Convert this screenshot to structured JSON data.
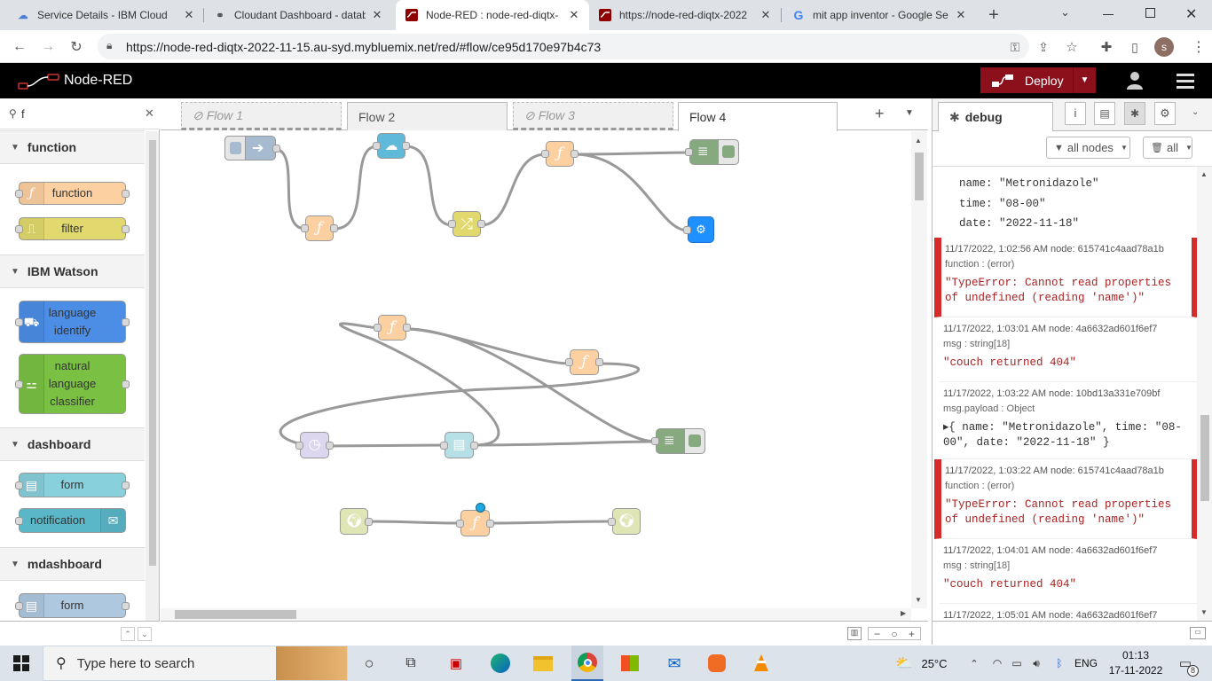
{
  "browser": {
    "tabs": [
      {
        "title": "Service Details - IBM Cloud",
        "icon": "cloud-icon"
      },
      {
        "title": "Cloudant Dashboard - datab",
        "icon": "cloudant-icon"
      },
      {
        "title": "Node-RED : node-red-diqtx-",
        "icon": "node-red-icon"
      },
      {
        "title": "https://node-red-diqtx-2022",
        "icon": "node-red-icon"
      },
      {
        "title": "mit app inventor - Google Se",
        "icon": "google-icon"
      }
    ],
    "url": "https://node-red-diqtx-2022-11-15.au-syd.mybluemix.net/red/#flow/ce95d170e97b4c73",
    "profile_initial": "s"
  },
  "header": {
    "app_title": "Node-RED",
    "deploy_label": "Deploy"
  },
  "palette": {
    "search_value": "f",
    "categories": [
      {
        "name": "function",
        "nodes": [
          "function",
          "filter"
        ]
      },
      {
        "name": "IBM Watson",
        "nodes": [
          "language identify",
          "natural language classifier"
        ]
      },
      {
        "name": "dashboard",
        "nodes": [
          "form",
          "notification"
        ]
      },
      {
        "name": "mdashboard",
        "nodes": [
          "form"
        ]
      }
    ],
    "node_labels": {
      "function": "function",
      "filter": "filter",
      "lang1": "language",
      "lang2": "identify",
      "nlc1": "natural",
      "nlc2": "language",
      "nlc3": "classifier",
      "form": "form",
      "notification": "notification",
      "mform": "form"
    }
  },
  "workspace": {
    "tabs": [
      {
        "label": "Flow 1",
        "disabled": true
      },
      {
        "label": "Flow 2",
        "disabled": false
      },
      {
        "label": "Flow 3",
        "disabled": true
      },
      {
        "label": "Flow 4",
        "disabled": false,
        "active": true
      }
    ]
  },
  "sidebar": {
    "tab_label": "debug",
    "filter_nodes": "all nodes",
    "filter_clear": "all",
    "partial_object": {
      "name": "name: \"Metronidazole\"",
      "time": "time: \"08-00\"",
      "date": "date: \"2022-11-18\""
    },
    "messages": [
      {
        "meta": "11/17/2022, 1:02:56 AM   node: 615741c4aad78a1b",
        "topic": "function : (error)",
        "value": "\"TypeError: Cannot read properties of undefined (reading 'name')\"",
        "error": true
      },
      {
        "meta": "11/17/2022, 1:03:01 AM   node: 4a6632ad601f6ef7",
        "topic": "msg : string[18]",
        "value": "\"couch returned 404\"",
        "error": false
      },
      {
        "meta": "11/17/2022, 1:03:22 AM   node: 10bd13a331e709bf",
        "topic": "msg.payload : Object",
        "value": "▸{ name: \"Metronidazole\", time: \"08-00\", date: \"2022-11-18\" }",
        "error": false
      },
      {
        "meta": "11/17/2022, 1:03:22 AM   node: 615741c4aad78a1b",
        "topic": "function : (error)",
        "value": "\"TypeError: Cannot read properties of undefined (reading 'name')\"",
        "error": true
      },
      {
        "meta": "11/17/2022, 1:04:01 AM   node: 4a6632ad601f6ef7",
        "topic": "msg : string[18]",
        "value": "\"couch returned 404\"",
        "error": false
      },
      {
        "meta": "11/17/2022, 1:05:01 AM   node: 4a6632ad601f6ef7",
        "topic": "",
        "value": "",
        "error": false
      }
    ]
  },
  "taskbar": {
    "search_placeholder": "Type here to search",
    "temperature": "25°C",
    "language": "ENG",
    "time": "01:13",
    "date": "17-11-2022",
    "notification_count": "8"
  },
  "colors": {
    "deploy": "#8c101c",
    "function_node": "#fdd0a2",
    "filter_node": "#e2d96e",
    "watson_lang": "#4c8ee6",
    "watson_nlc": "#7ac143",
    "dashboard_node": "#88d0dc",
    "debug_node": "#87a980",
    "error_border": "#d42b2b"
  }
}
